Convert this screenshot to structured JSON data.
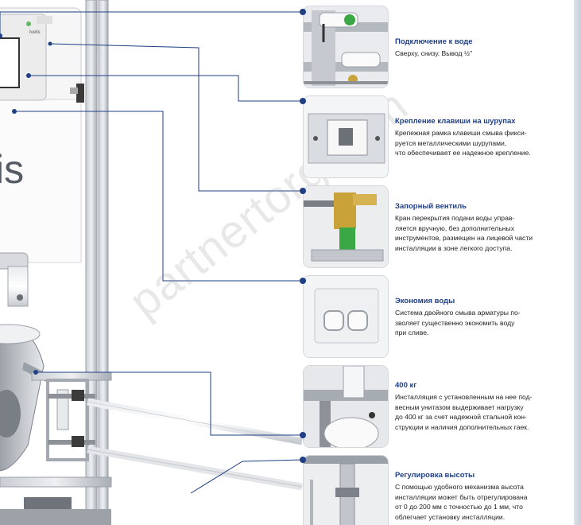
{
  "installation": {
    "brand_logo_text": "is"
  },
  "watermark": "partnertorg.com",
  "features": [
    {
      "title": "Подключение к воде",
      "desc_lines": [
        "Сверху, снизу. Вывод ½\""
      ],
      "thumb_icon": "water-connection-photo"
    },
    {
      "title": "Крепление клавиши на шурупах",
      "desc_lines": [
        "Крепежная рамка клавиши смыва фикси-",
        "руется металлическими шурупами,",
        "что обеспечивает ее надежное крепление."
      ],
      "thumb_icon": "button-mount-photo"
    },
    {
      "title": "Запорный вентиль",
      "desc_lines": [
        "Кран перекрытия подачи воды управ-",
        "ляется вручную, без дополнительных",
        "инструментов, размещен на лицевой части",
        "инсталляции в зоне легкого доступа."
      ],
      "thumb_icon": "shutoff-valve-photo"
    },
    {
      "title": "Экономия воды",
      "desc_lines": [
        "Система двойного смыва арматуры по-",
        "зволяет существенно экономить воду",
        "при сливе."
      ],
      "thumb_icon": "dual-flush-button-photo"
    },
    {
      "title": "400 кг",
      "desc_lines": [
        "Инсталляция с установленным на нее под-",
        "весным унитазом выдерживает нагрузку",
        "до 400 кг за счет надежной стальной кон-",
        "струкции и наличия дополнительных гаек."
      ],
      "thumb_icon": "load-capacity-photo"
    },
    {
      "title": "Регулировка высоты",
      "desc_lines": [
        "С помощью удобного механизма высота",
        "инсталляции может быть отрегулирована",
        "от 0 до 200 мм с точностью до 1 мм, что",
        "облегчает установку инсталляции."
      ],
      "thumb_icon": "height-adjustment-photo"
    }
  ],
  "colors": {
    "accent": "#1f3f86",
    "frame_steel": "#b9bec6",
    "panel_white": "#f7f7f7",
    "valve_brass": "#c9a23a",
    "green_part": "#3aa845"
  }
}
